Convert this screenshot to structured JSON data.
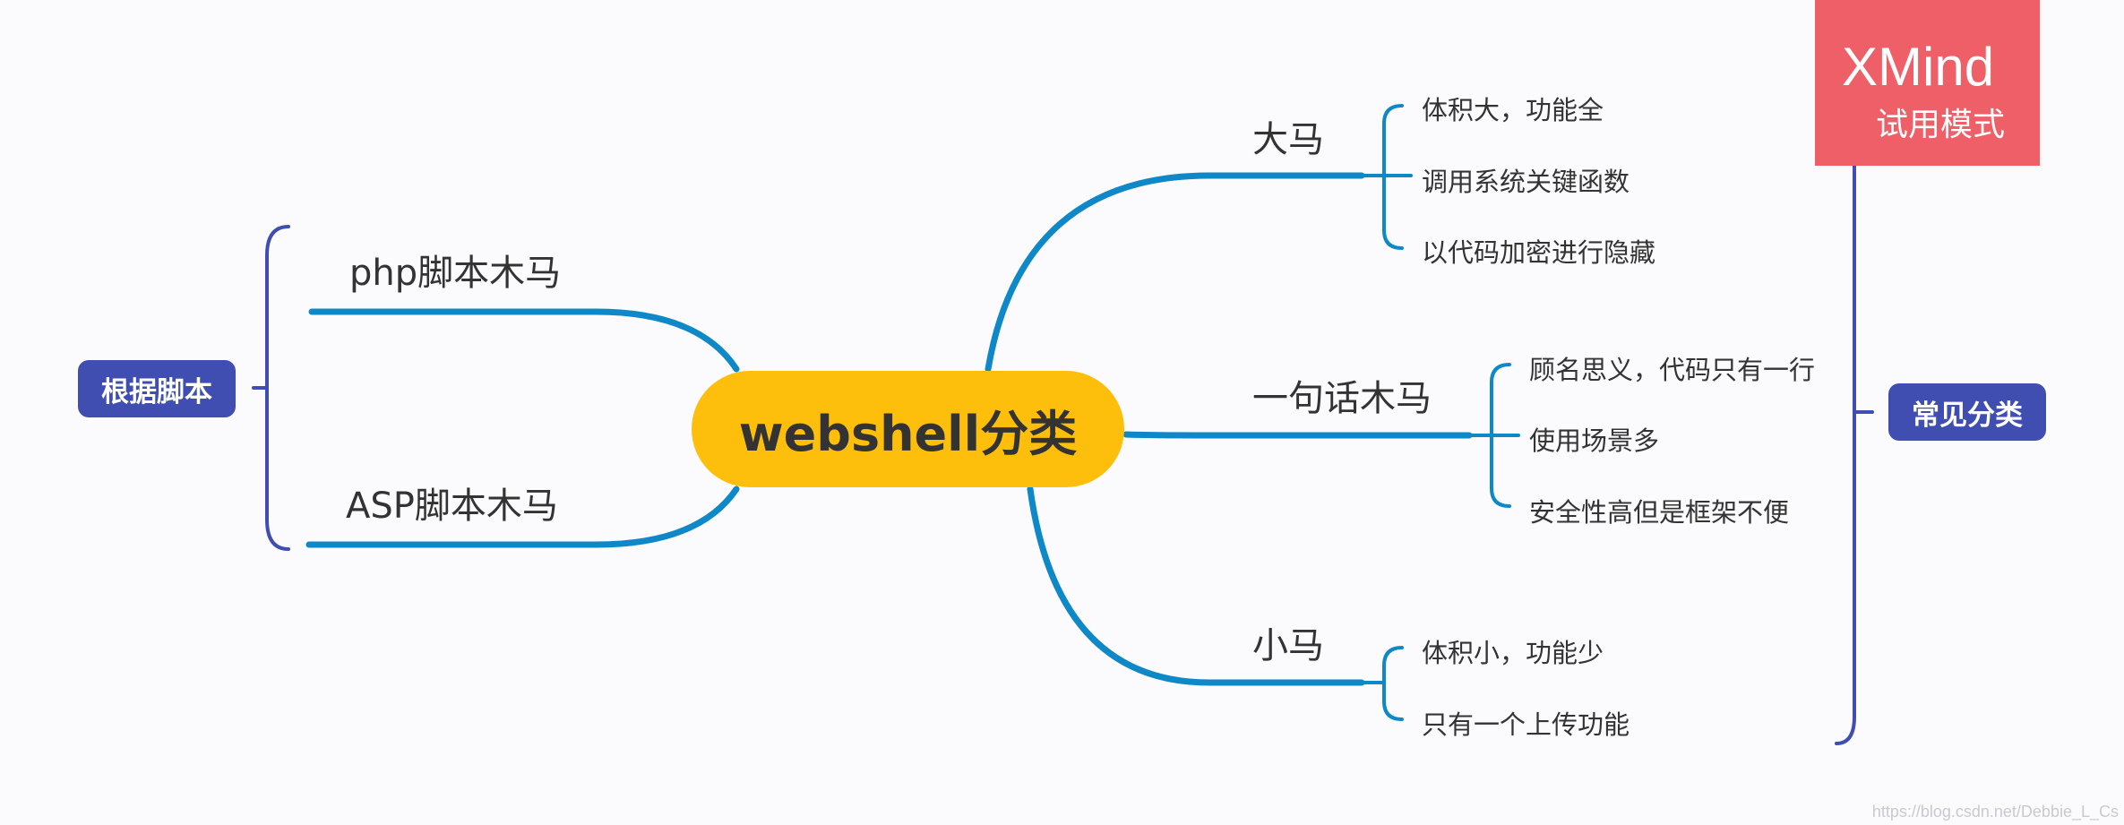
{
  "root": {
    "label": "webshell分类"
  },
  "left_branches": [
    {
      "label": "php脚本木马"
    },
    {
      "label": "ASP脚本木马"
    }
  ],
  "left_summary": {
    "label": "根据脚本"
  },
  "right_branches": [
    {
      "label": "大马",
      "children": [
        "体积大，功能全",
        "调用系统关键函数",
        "以代码加密进行隐藏"
      ]
    },
    {
      "label": "一句话木马",
      "children": [
        "顾名思义，代码只有一行",
        "使用场景多",
        "安全性高但是框架不便"
      ]
    },
    {
      "label": "小马",
      "children": [
        "体积小，功能少",
        "只有一个上传功能"
      ]
    }
  ],
  "right_summary": {
    "label": "常见分类"
  },
  "trial_badge": {
    "title": "XMind",
    "subtitle": "试用模式"
  },
  "watermark": "https://blog.csdn.net/Debbie_L_Cs",
  "colors": {
    "line": "#0f88c8",
    "summary": "#3f4eb0",
    "root": "#fdbf0c",
    "badge": "#ef5f67"
  }
}
